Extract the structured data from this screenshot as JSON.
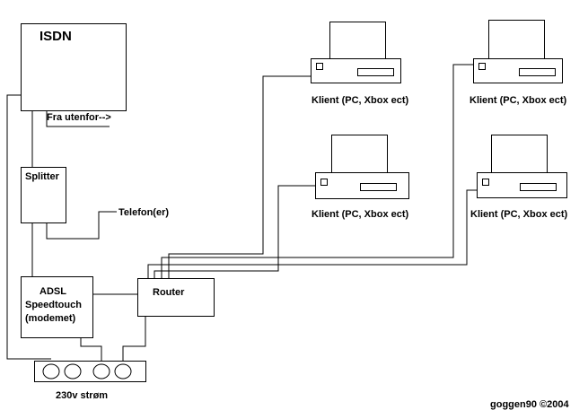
{
  "isdn": {
    "label": "ISDN",
    "incoming_label": "Fra utenfor-->"
  },
  "splitter": {
    "label": "Splitter",
    "phone_label": "Telefon(er)"
  },
  "modem": {
    "line1": "ADSL",
    "line2": "Speedtouch",
    "line3": "(modemet)"
  },
  "router": {
    "label": "Router"
  },
  "power": {
    "label": "230v strøm"
  },
  "clients": [
    {
      "label": "Klient (PC, Xbox ect)"
    },
    {
      "label": "Klient (PC, Xbox ect)"
    },
    {
      "label": "Klient (PC, Xbox ect)"
    },
    {
      "label": "Klient (PC, Xbox ect)"
    }
  ],
  "credit": "goggen90 ©2004"
}
